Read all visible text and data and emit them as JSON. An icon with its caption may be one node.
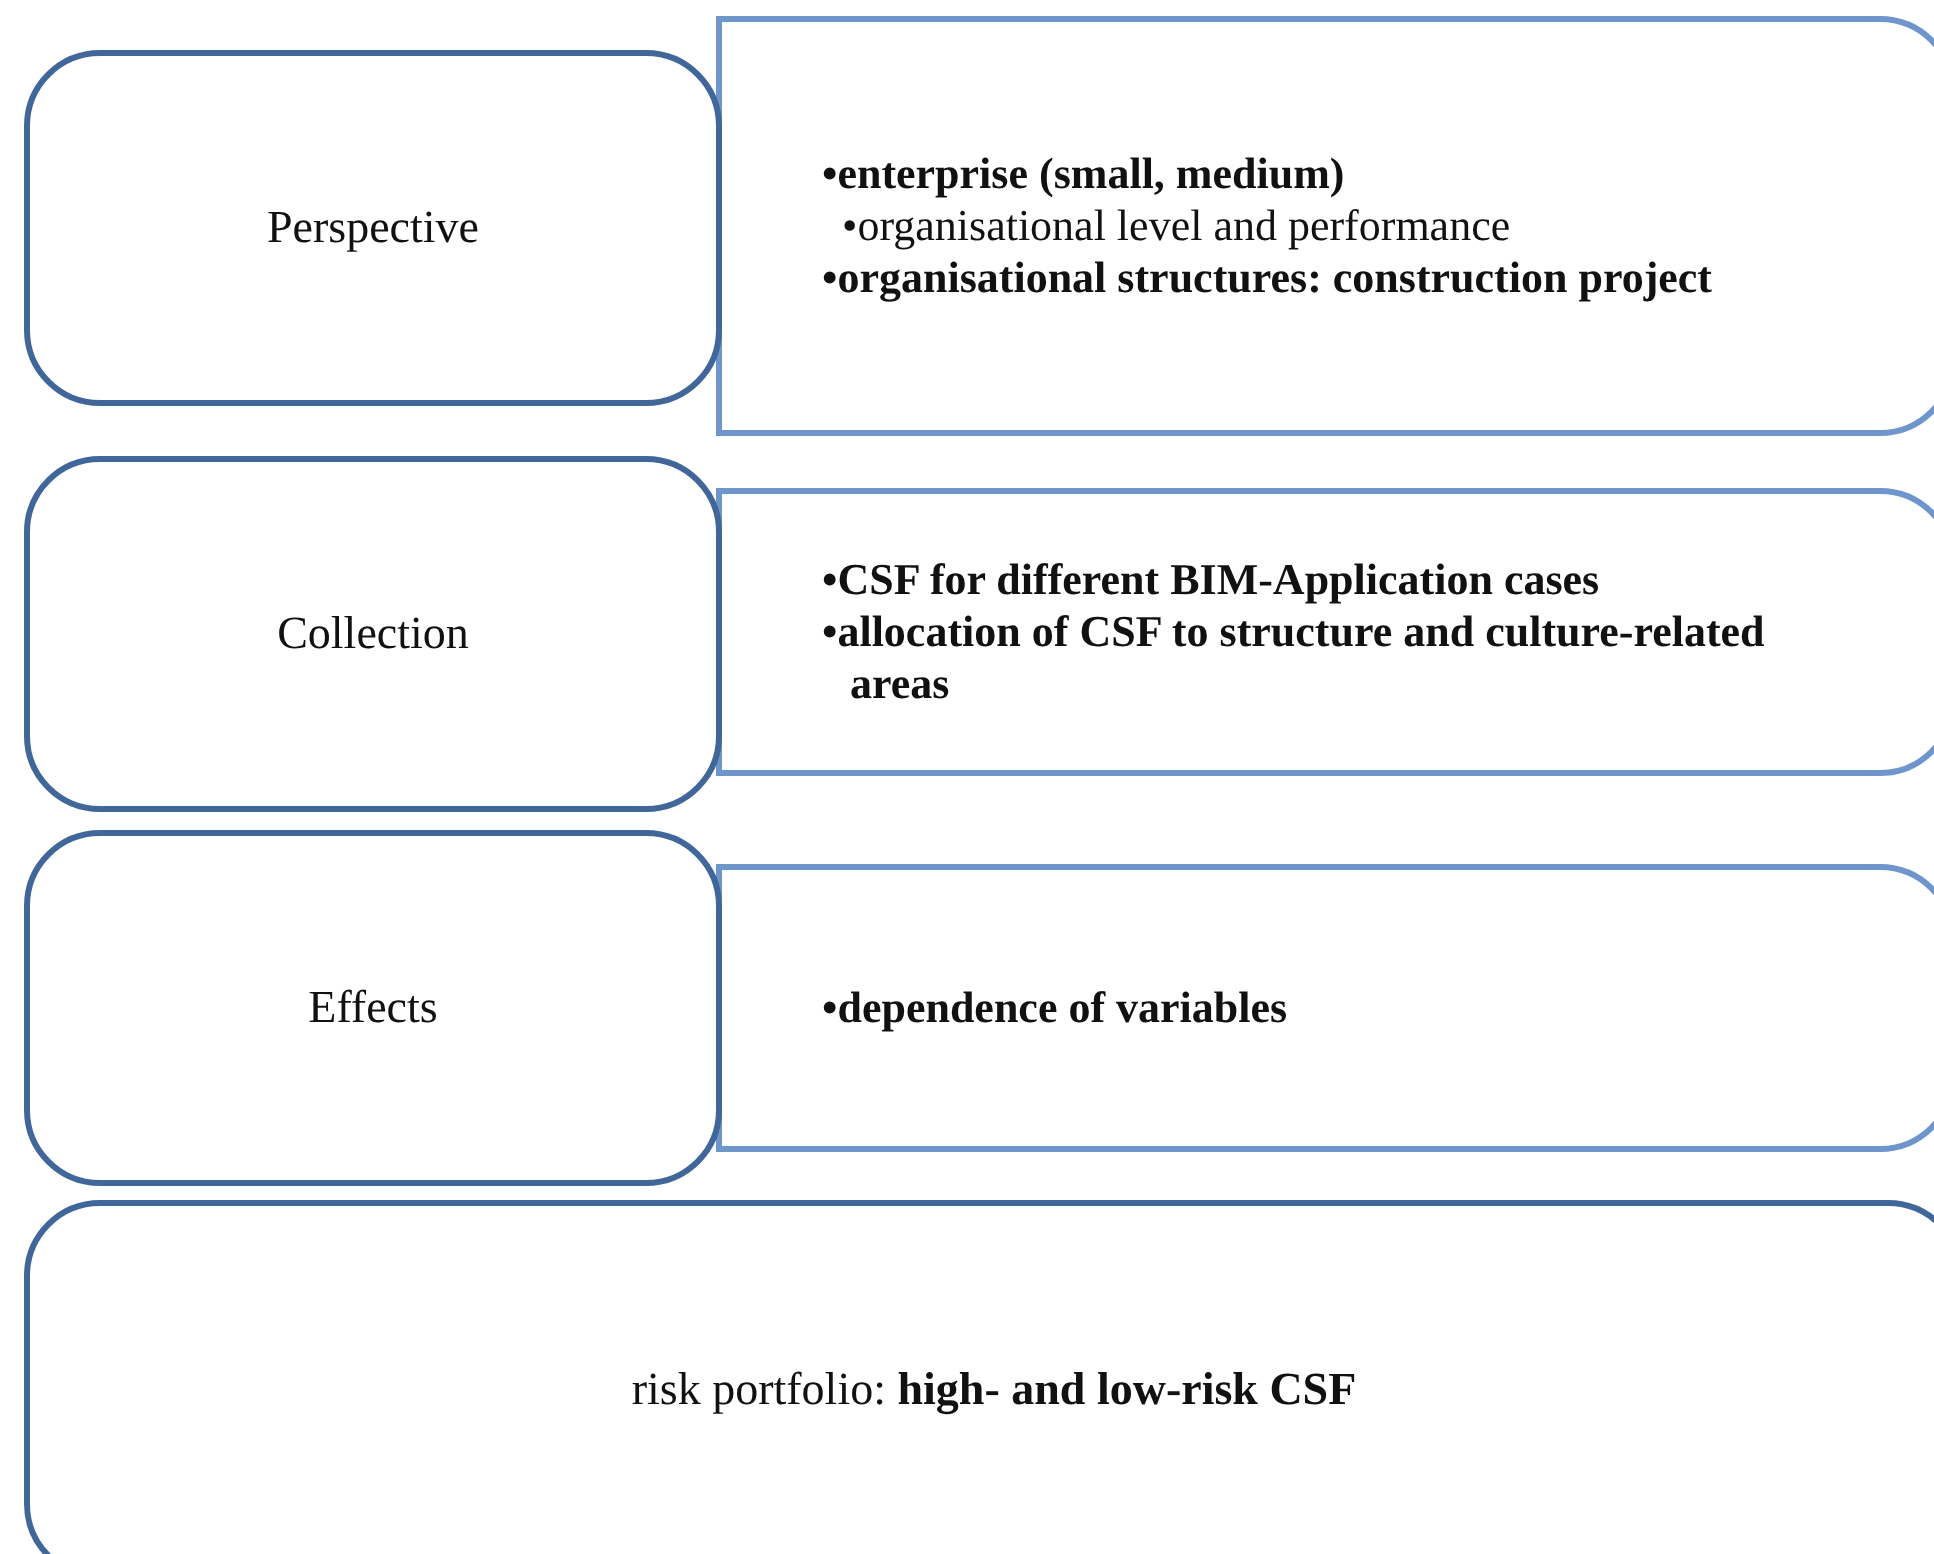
{
  "diagram": {
    "nodes": [
      {
        "text": [
          "Perspective"
        ]
      },
      {
        "text": [
          "•enterprise (small, medium)",
          "•organisational level and performance",
          "•organisational structures: construction project"
        ]
      },
      {
        "text": [
          "Collection"
        ]
      },
      {
        "text": [
          "•CSF for different BIM-Application cases",
          "•allocation of CSF to structure and culture-related areas"
        ]
      },
      {
        "text": [
          "Effects"
        ]
      },
      {
        "text": [
          "•dependence of variables"
        ]
      },
      {
        "text": [
          "risk portfolio: **high- and low-risk CSF**"
        ]
      }
    ]
  }
}
